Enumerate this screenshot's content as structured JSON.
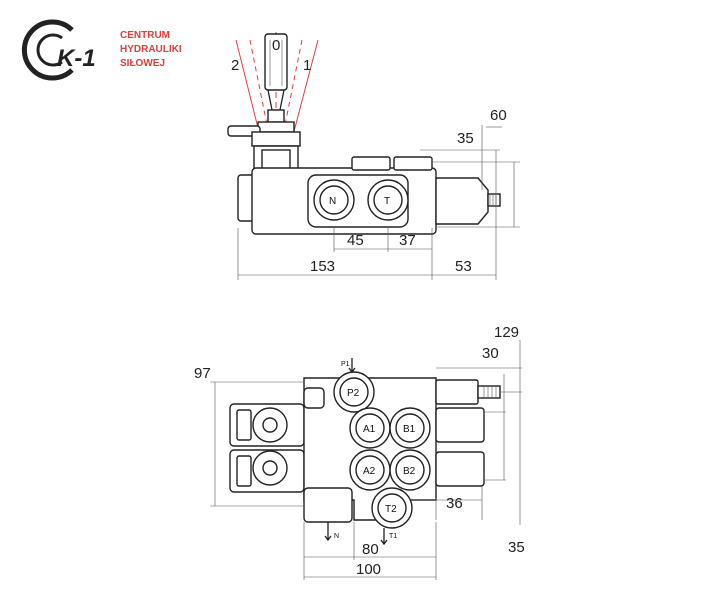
{
  "brand": {
    "logo_text": "K-1",
    "name_lines": [
      "CENTRUM",
      "HYDRAULIKI",
      "SIŁOWEJ"
    ],
    "accent_color": "#d94040",
    "ink_color": "#222222"
  },
  "top_view": {
    "lever_labels": {
      "left": "2",
      "center": "0",
      "right": "1"
    },
    "ports": [
      "N",
      "T"
    ],
    "dimensions": {
      "height_outer": "60",
      "height_inner": "35",
      "port_spacing": "45",
      "port_offset": "37",
      "body_length": "153",
      "actuator_length": "53"
    }
  },
  "bottom_view": {
    "ports": [
      "P2",
      "A1",
      "B1",
      "A2",
      "B2",
      "T2"
    ],
    "flow_labels": [
      "P1",
      "N",
      "T1"
    ],
    "dimensions": {
      "height_total": "97",
      "top_right": "129",
      "top_right_inner": "30",
      "side": "36",
      "bottom_right": "35",
      "width_inner": "80",
      "width_outer": "100"
    }
  }
}
